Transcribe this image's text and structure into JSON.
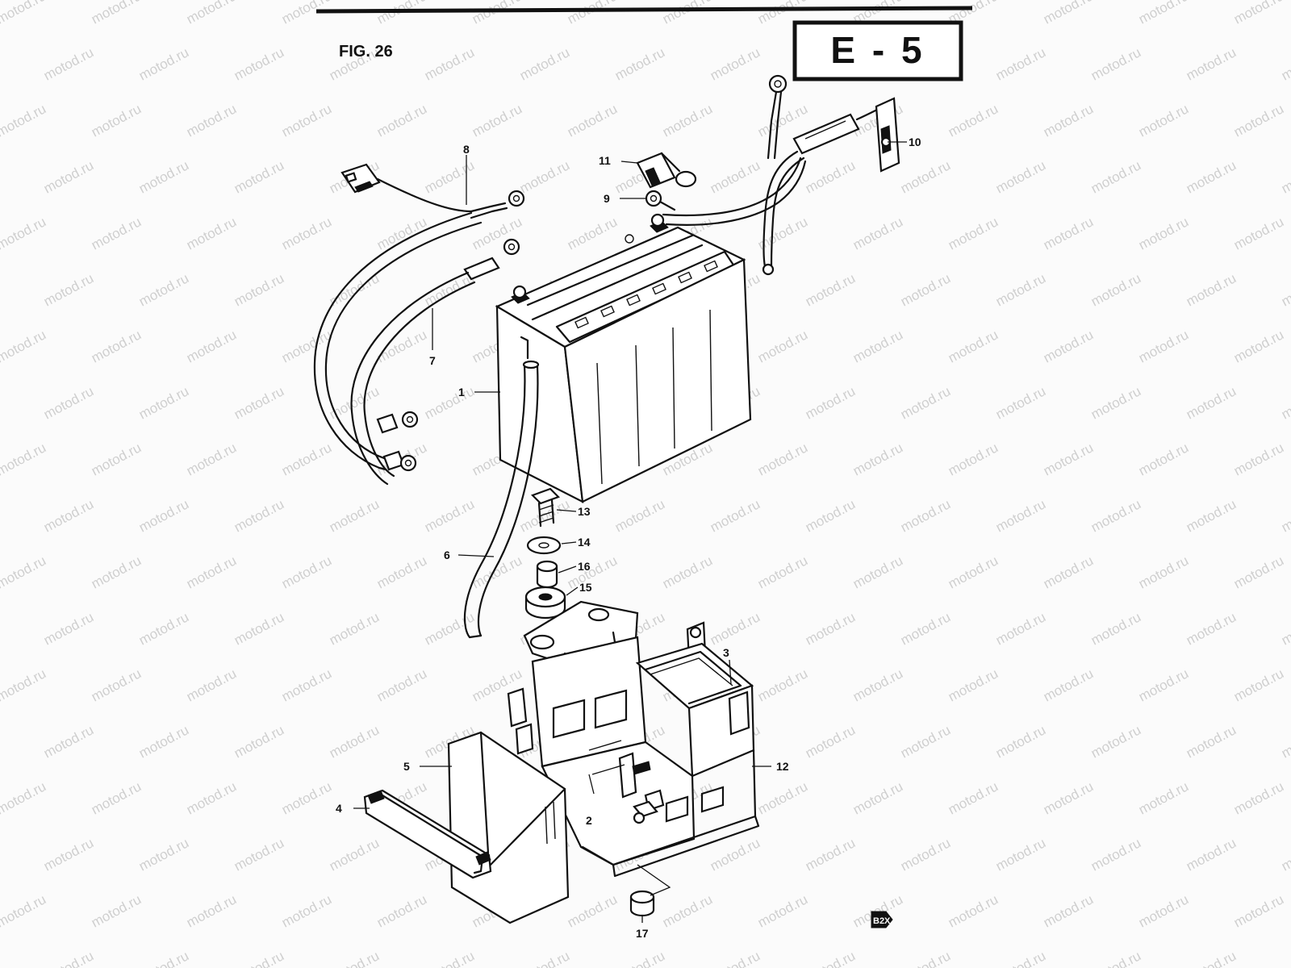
{
  "figure": {
    "title": "FIG. 26",
    "section": "E - 5"
  },
  "watermark": "motod.ru",
  "corner_mark": "B2X",
  "colors": {
    "ink": "#111111",
    "watermark": "#cfcfcf",
    "paper": "#fbfbfb"
  },
  "callouts": [
    {
      "id": "1",
      "text": "1"
    },
    {
      "id": "2",
      "text": "2"
    },
    {
      "id": "3",
      "text": "3"
    },
    {
      "id": "4",
      "text": "4"
    },
    {
      "id": "5",
      "text": "5"
    },
    {
      "id": "6",
      "text": "6"
    },
    {
      "id": "7",
      "text": "7"
    },
    {
      "id": "8",
      "text": "8"
    },
    {
      "id": "9",
      "text": "9"
    },
    {
      "id": "10",
      "text": "10"
    },
    {
      "id": "11",
      "text": "11"
    },
    {
      "id": "12",
      "text": "12"
    },
    {
      "id": "13",
      "text": "13"
    },
    {
      "id": "14",
      "text": "14"
    },
    {
      "id": "15",
      "text": "15"
    },
    {
      "id": "16",
      "text": "16"
    },
    {
      "id": "17",
      "text": "17"
    }
  ]
}
